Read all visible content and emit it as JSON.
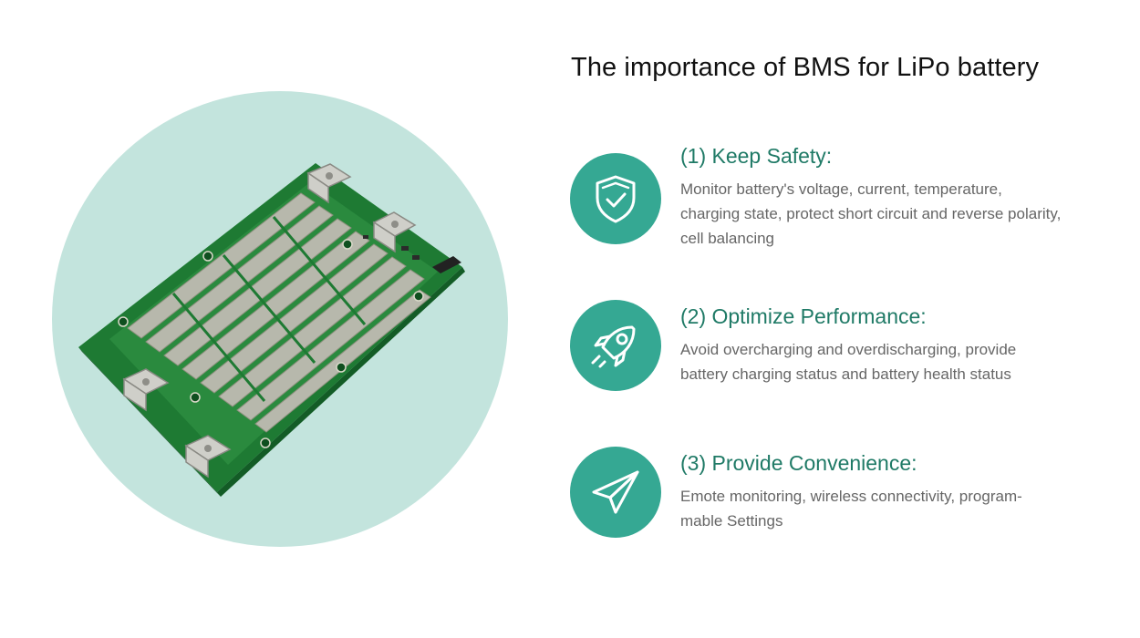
{
  "page": {
    "title": "The importance of BMS for LiPo battery"
  },
  "colors": {
    "accent": "#35a893",
    "heading": "#1f7a66",
    "circle_bg": "#c3e4dd",
    "pcb_green": "#1e7a33",
    "body_text": "#666666"
  },
  "features": [
    {
      "heading": "(1) Keep Safety:",
      "description": "Monitor battery's voltage, current, temperature, charging state, protect short circuit and reverse polarity, cell balancing",
      "icon": "shield-check-icon"
    },
    {
      "heading": "(2) Optimize Performance:",
      "description": "Avoid overcharging and overdischarging, provide battery charging status and battery health status",
      "icon": "rocket-icon"
    },
    {
      "heading": "(3) Provide Convenience:",
      "description": "Emote monitoring, wireless connectivity, program-mable Settings",
      "icon": "paper-plane-icon"
    }
  ]
}
